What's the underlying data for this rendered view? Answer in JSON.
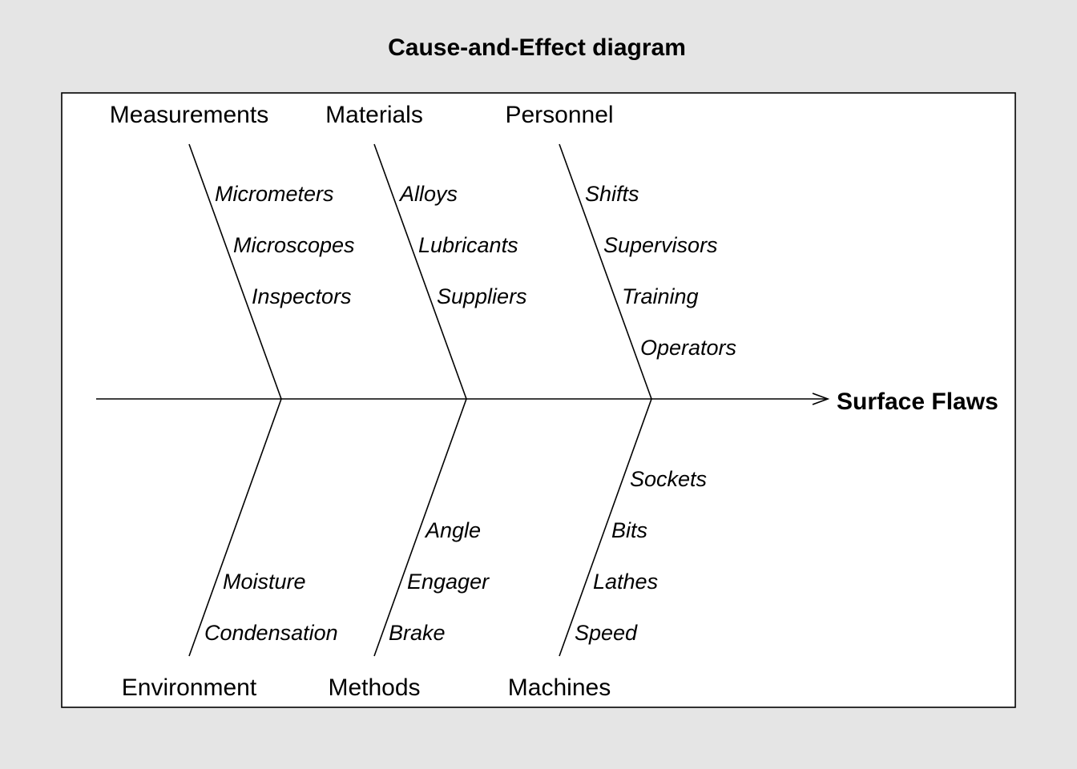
{
  "title": "Cause-and-Effect diagram",
  "effect": "Surface Flaws",
  "top_branches": [
    {
      "category": "Measurements",
      "causes": [
        "Micrometers",
        "Microscopes",
        "Inspectors"
      ]
    },
    {
      "category": "Materials",
      "causes": [
        "Alloys",
        "Lubricants",
        "Suppliers"
      ]
    },
    {
      "category": "Personnel",
      "causes": [
        "Shifts",
        "Supervisors",
        "Training",
        "Operators"
      ]
    }
  ],
  "bottom_branches": [
    {
      "category": "Environment",
      "causes": [
        "Moisture",
        "Condensation"
      ]
    },
    {
      "category": "Methods",
      "causes": [
        "Angle",
        "Engager",
        "Brake"
      ]
    },
    {
      "category": "Machines",
      "causes": [
        "Sockets",
        "Bits",
        "Lathes",
        "Speed"
      ]
    }
  ],
  "colors": {
    "background": "#e5e5e5",
    "panel": "#ffffff",
    "ink": "#000000"
  }
}
